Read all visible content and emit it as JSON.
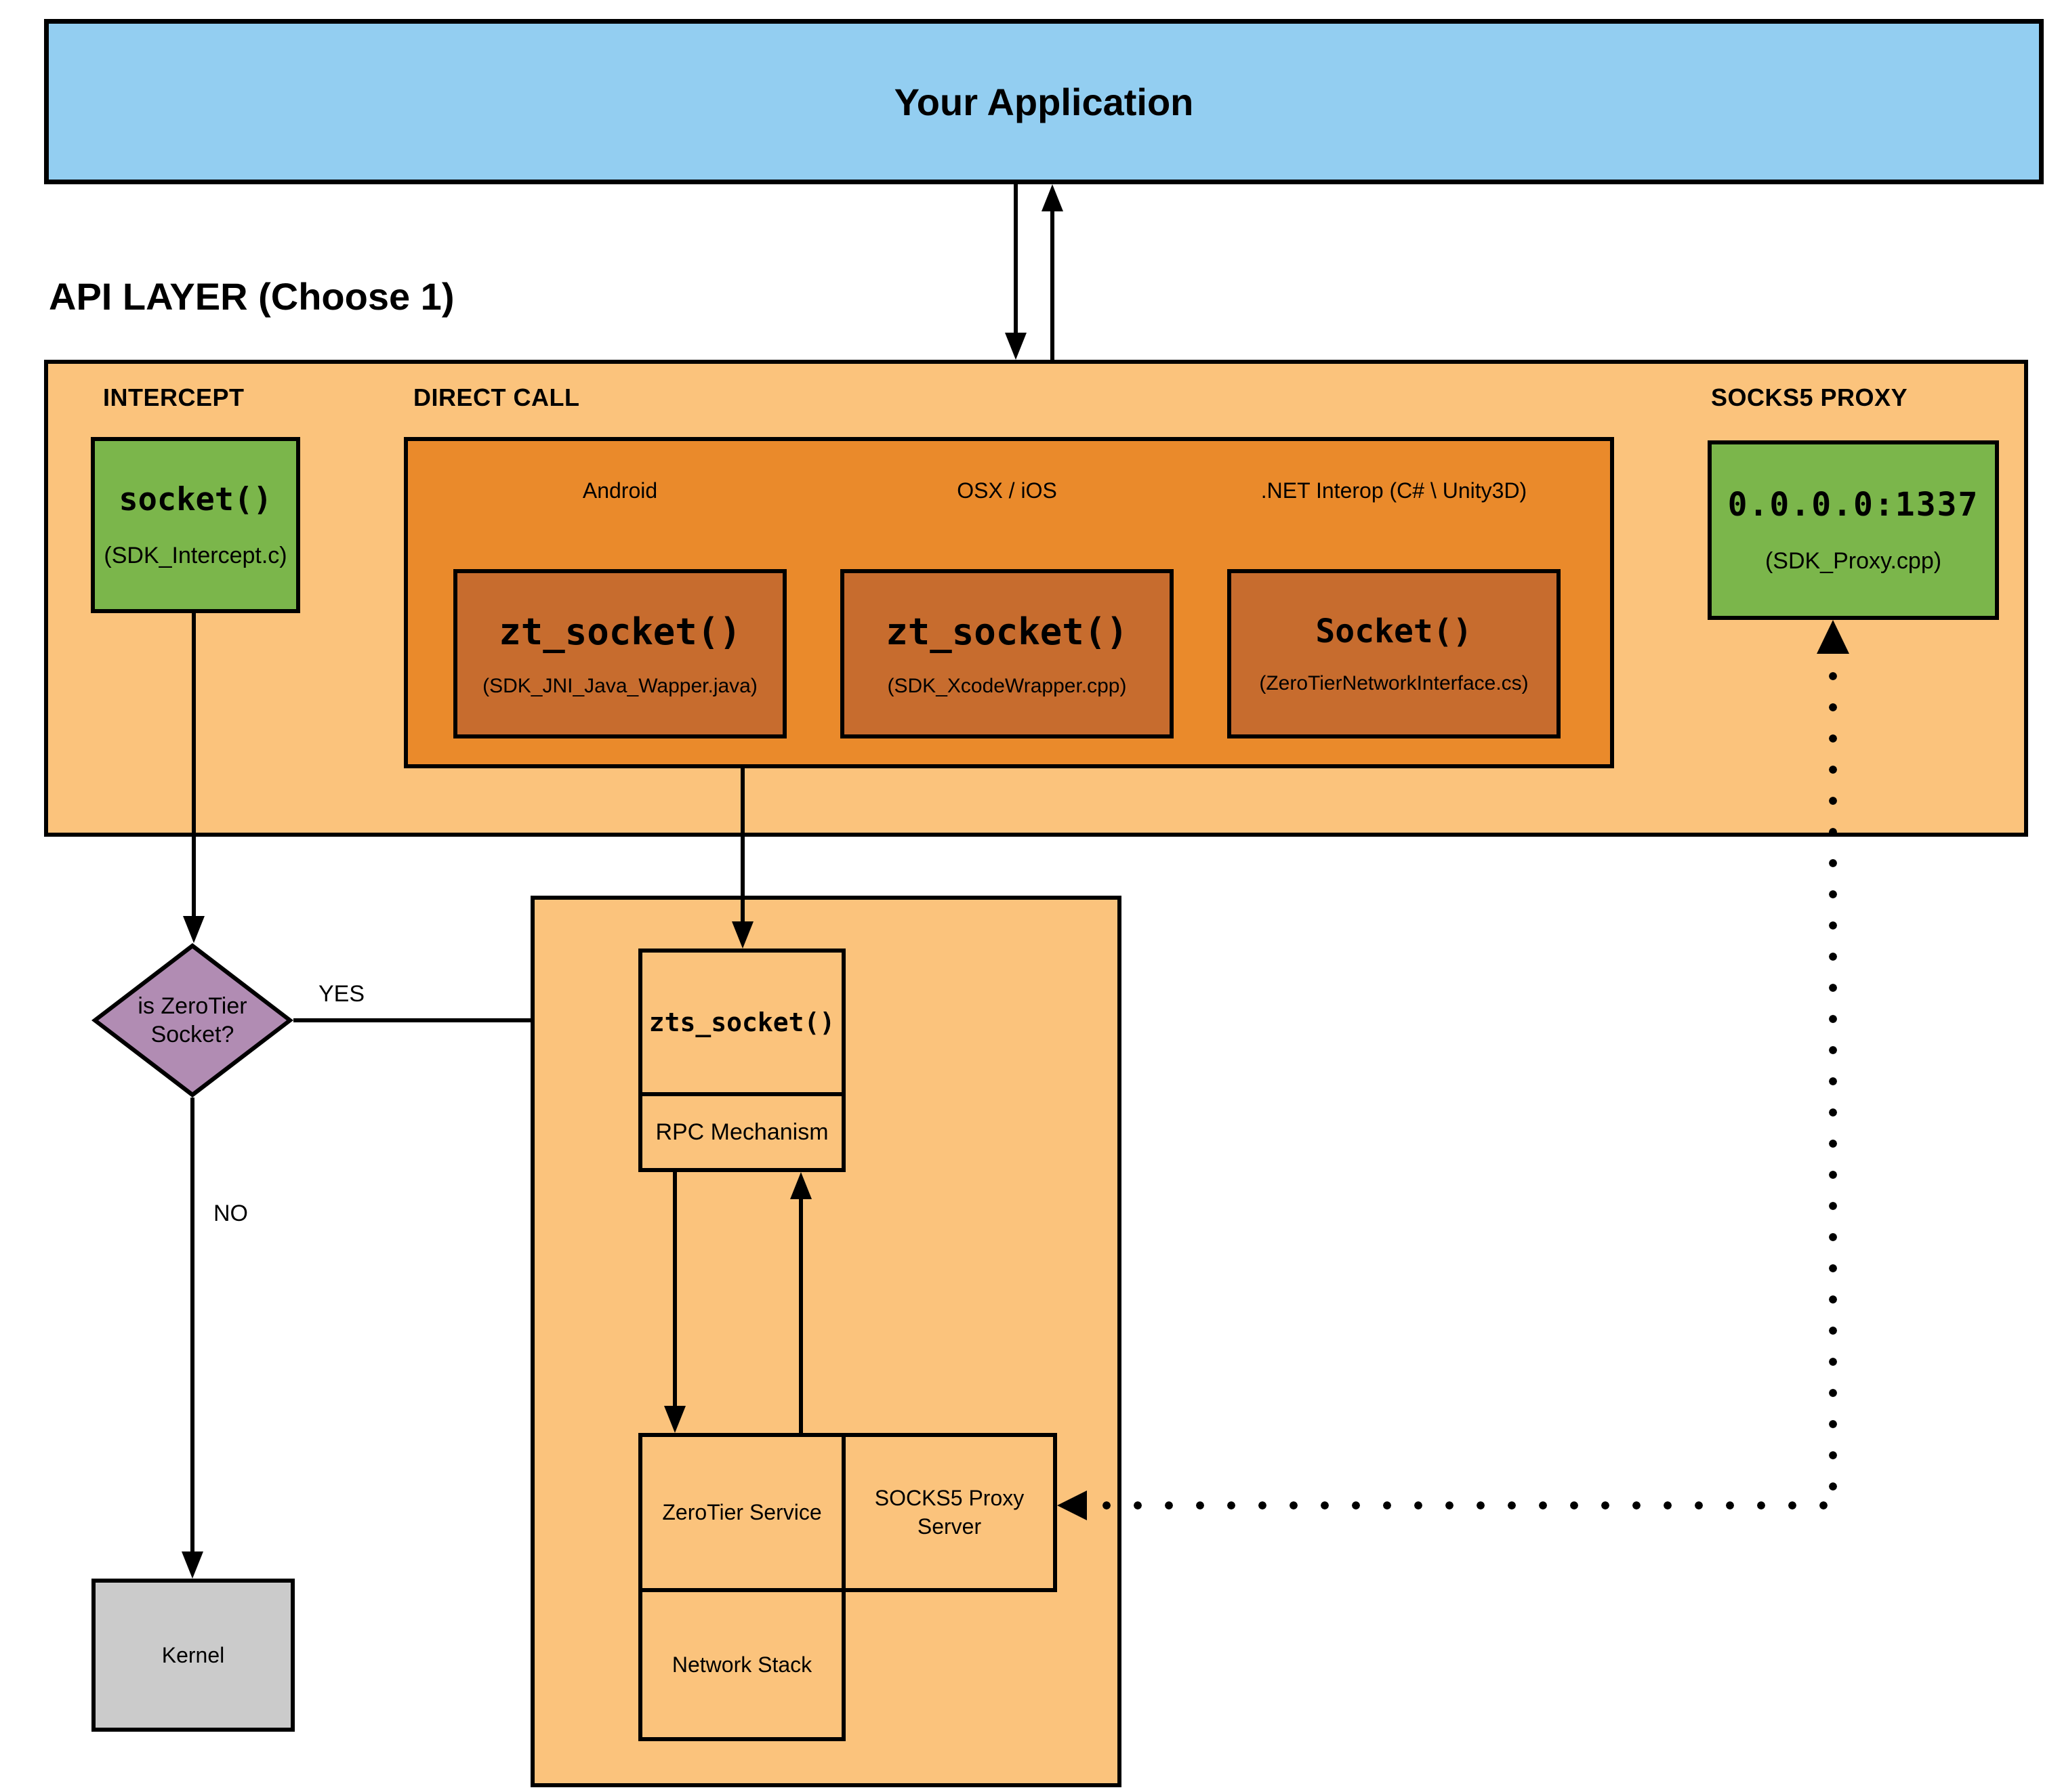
{
  "header": {
    "title": "Your Application",
    "api_layer_heading": "API LAYER (Choose 1)"
  },
  "api_layer": {
    "intercept": {
      "label": "INTERCEPT",
      "box_title": "socket()",
      "box_subtitle": "(SDK_Intercept.c)"
    },
    "direct_call": {
      "label": "DIRECT CALL",
      "platforms": [
        {
          "name": "Android",
          "box_title": "zt_socket()",
          "box_subtitle": "(SDK_JNI_Java_Wapper.java)"
        },
        {
          "name": "OSX / iOS",
          "box_title": "zt_socket()",
          "box_subtitle": "(SDK_XcodeWrapper.cpp)"
        },
        {
          "name": ".NET Interop (C# \\ Unity3D)",
          "box_title": "Socket()",
          "box_subtitle": "(ZeroTierNetworkInterface.cs)"
        }
      ]
    },
    "socks5_proxy": {
      "label": "SOCKS5 PROXY",
      "box_title": "0.0.0.0:1337",
      "box_subtitle": "(SDK_Proxy.cpp)"
    }
  },
  "decision": {
    "question": "is ZeroTier Socket?",
    "yes": "YES",
    "no": "NO"
  },
  "service_stack": {
    "zts_socket": "zts_socket()",
    "rpc_mechanism": "RPC Mechanism",
    "zerotier_service": "ZeroTier Service",
    "socks5_server": "SOCKS5 Proxy Server",
    "network_stack": "Network Stack"
  },
  "kernel": {
    "label": "Kernel"
  },
  "colors": {
    "blue": "#93CEF1",
    "orange-light": "#FBC37C",
    "orange-mid": "#EA8A2B",
    "orange-dark": "#C76C2E",
    "green": "#7BB64B",
    "purple": "#B18CB3",
    "gray": "#CBCBCB",
    "line": "#000000"
  }
}
